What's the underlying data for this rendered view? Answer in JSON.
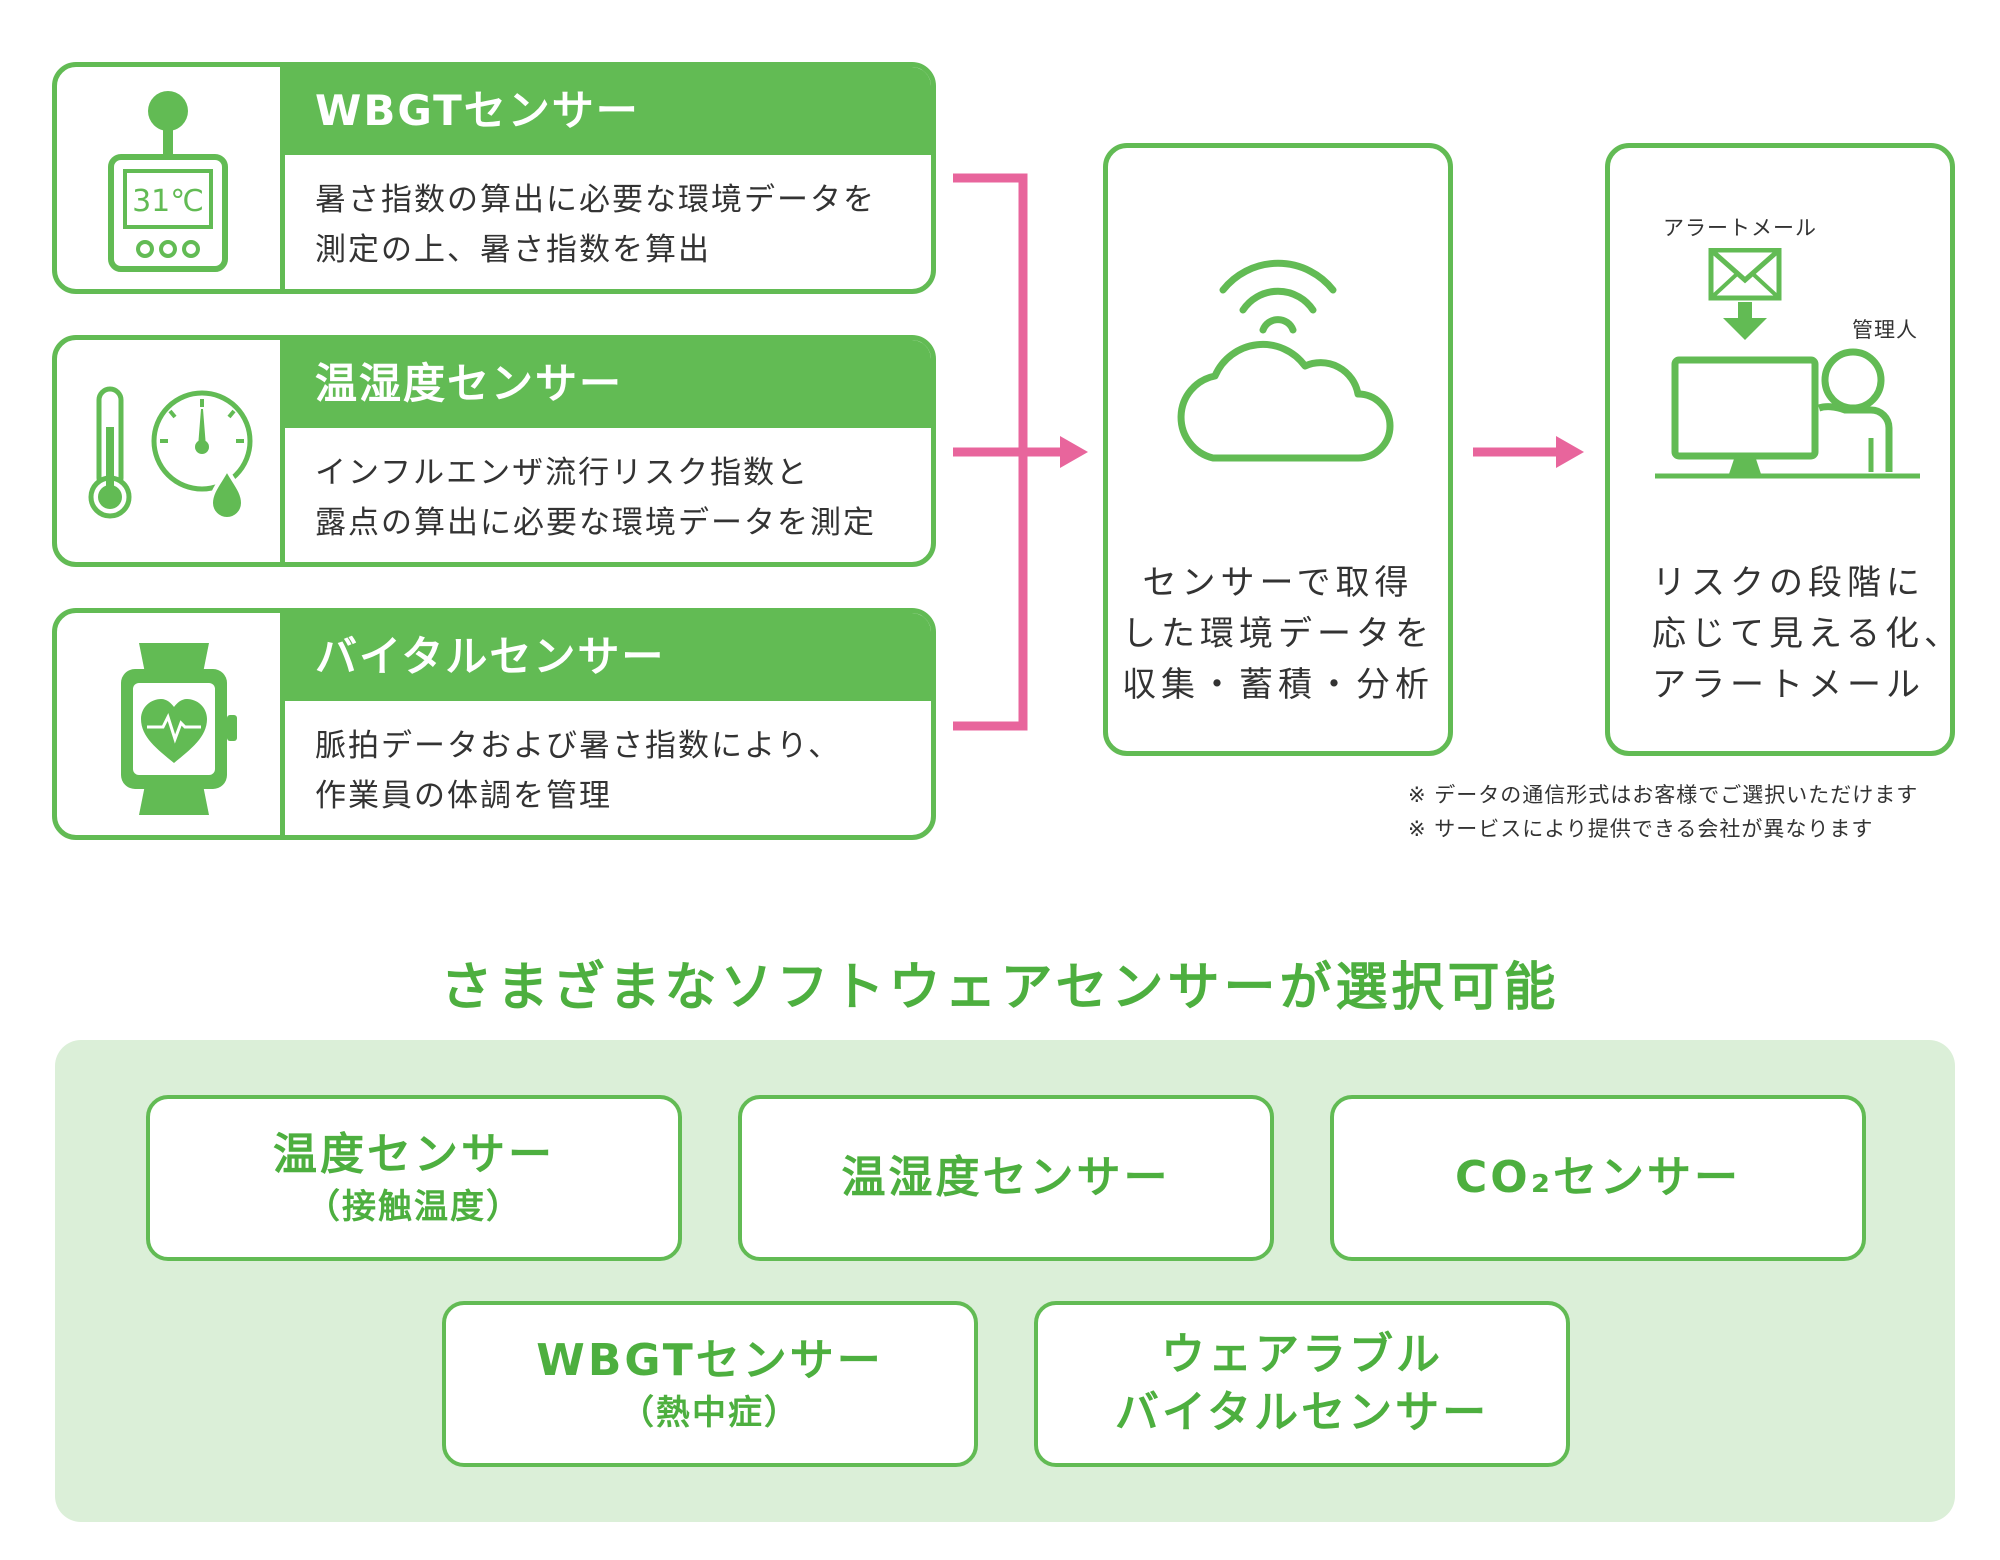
{
  "colors": {
    "green": "#62bb54",
    "green_text": "#4daf3f",
    "pink": "#e8659c",
    "panel_bg": "#dbefd8"
  },
  "sensors": [
    {
      "title": "WBGTセンサー",
      "desc": [
        "暑さ指数の算出に必要な環境データを",
        "測定の上、暑さ指数を算出"
      ],
      "icon": "wbgt-meter-icon",
      "icon_text": "31℃"
    },
    {
      "title": "温湿度センサー",
      "desc": [
        "インフルエンザ流行リスク指数と",
        "露点の算出に必要な環境データを測定"
      ],
      "icon": "thermometer-gauge-droplet-icon"
    },
    {
      "title": "バイタルセンサー",
      "desc": [
        "脈拍データおよび暑さ指数により、",
        "作業員の体調を管理"
      ],
      "icon": "smartwatch-heart-icon"
    }
  ],
  "cloud_box": {
    "icon": "cloud-wifi-icon",
    "lines": [
      "センサーで取得",
      "した環境データを",
      "収集・蓄積・分析"
    ]
  },
  "alert_box": {
    "icon": "admin-computer-mail-icon",
    "mail_label": "アラートメール",
    "person_label": "管理人",
    "lines": [
      "リスクの段階に",
      "応じて見える化、",
      "アラートメール"
    ]
  },
  "notes": [
    "※ データの通信形式はお客様でご選択いただけます",
    "※ サービスにより提供できる会社が異なります"
  ],
  "options_title": "さまざまなソフトウェアセンサーが選択可能",
  "options": [
    {
      "line1": "温度センサー",
      "line2": "（接触温度）"
    },
    {
      "line1": "温湿度センサー",
      "line2": ""
    },
    {
      "line1": "CO₂センサー",
      "line2": ""
    },
    {
      "line1": "WBGTセンサー",
      "line2": "（熱中症）"
    },
    {
      "line1": "ウェアラブル",
      "line2": "バイタルセンサー"
    }
  ]
}
